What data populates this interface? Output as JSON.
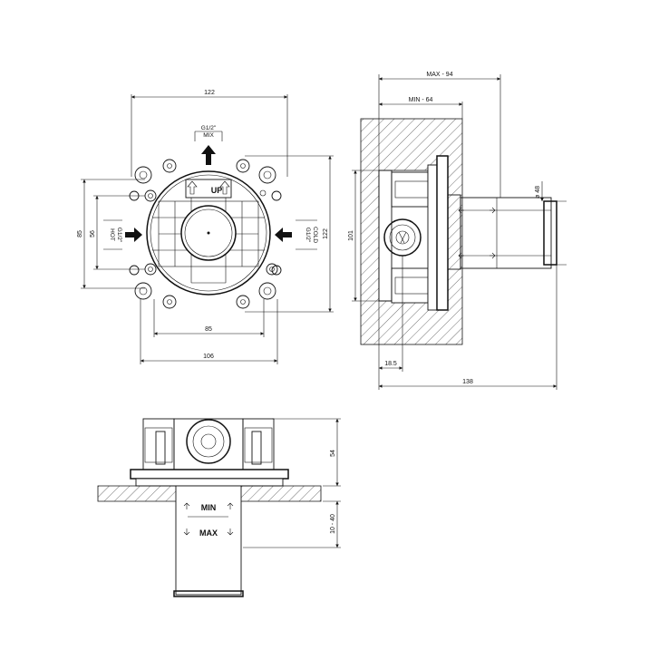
{
  "front_view": {
    "dim_width_top": "122",
    "dim_height_right": "122",
    "dim_height_85": "85",
    "dim_height_56": "56",
    "dim_bottom_85": "85",
    "dim_bottom_106": "106",
    "mix_thread": "G1/2\"",
    "mix_label": "MIX",
    "hot_thread": "G1/2\"",
    "hot_label": "HOT",
    "cold_thread": "G1/2\"",
    "cold_label": "COLD",
    "up_label": "UP"
  },
  "side_view": {
    "dim_max": "MAX - 94",
    "dim_min": "MIN - 64",
    "dim_101": "101",
    "dim_diameter": "ø 48",
    "dim_18_5": "18.5",
    "dim_138": "138"
  },
  "bottom_view": {
    "dim_54": "54",
    "dim_10_40": "10 - 40",
    "min_label": "MIN",
    "max_label": "MAX"
  }
}
